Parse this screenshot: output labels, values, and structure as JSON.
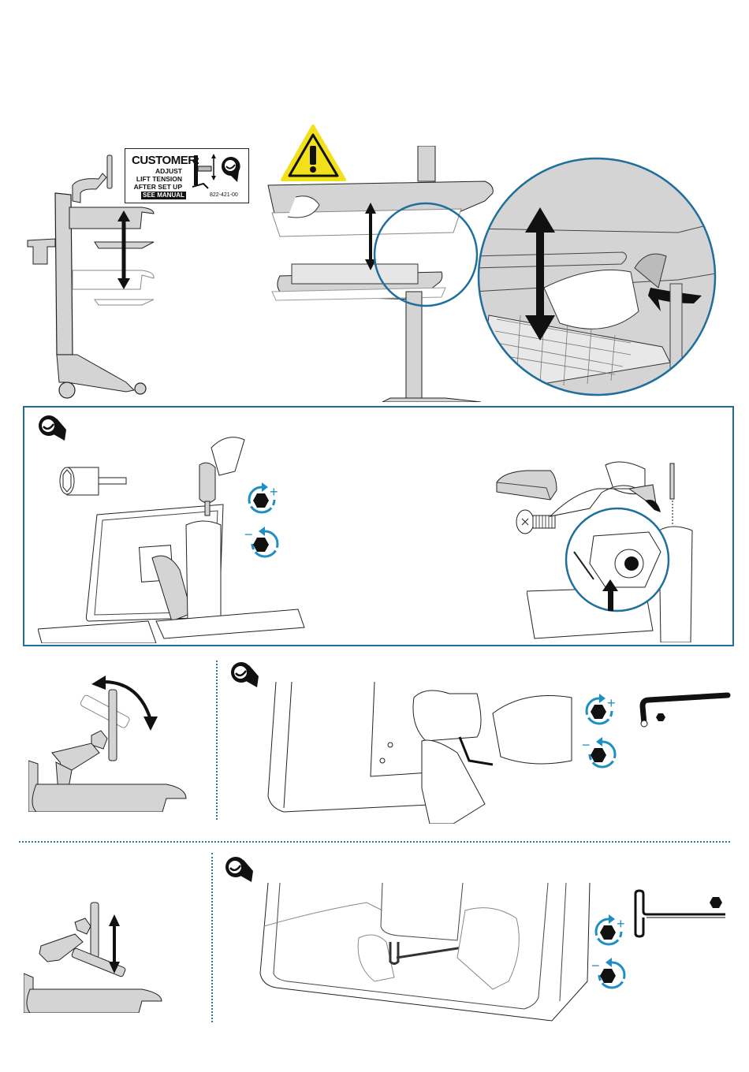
{
  "document": {
    "colors": {
      "accent": "#1f8fc2",
      "frame": "#1f6e9b",
      "warning": "#f2e11a",
      "ink": "#111111",
      "fill": "#d4d4d4"
    }
  },
  "panel_top": {
    "warning_icon": "warning-triangle-icon",
    "label": {
      "title": "CUSTOMER:",
      "lines": [
        "ADJUST",
        "LIFT TENSION",
        "AFTER SET UP"
      ],
      "manual": "SEE MANUAL",
      "code": "822-421-00"
    }
  },
  "panel_service": {
    "icons": [
      "service-tool-icon",
      "socket-bit-icon",
      "rotate-increase-icon",
      "rotate-decrease-icon",
      "cap-cover-icon",
      "screw-icon"
    ],
    "increase_symbol": "+",
    "decrease_symbol": "−"
  },
  "panel_tilt": {
    "icons": [
      "service-tool-icon",
      "rotate-increase-icon",
      "rotate-decrease-icon",
      "l-hex-key-icon"
    ],
    "increase_symbol": "+",
    "decrease_symbol": "−"
  },
  "panel_height": {
    "icons": [
      "service-tool-icon",
      "rotate-increase-icon",
      "rotate-decrease-icon",
      "t-hex-key-icon"
    ],
    "increase_symbol": "+",
    "decrease_symbol": "−"
  }
}
